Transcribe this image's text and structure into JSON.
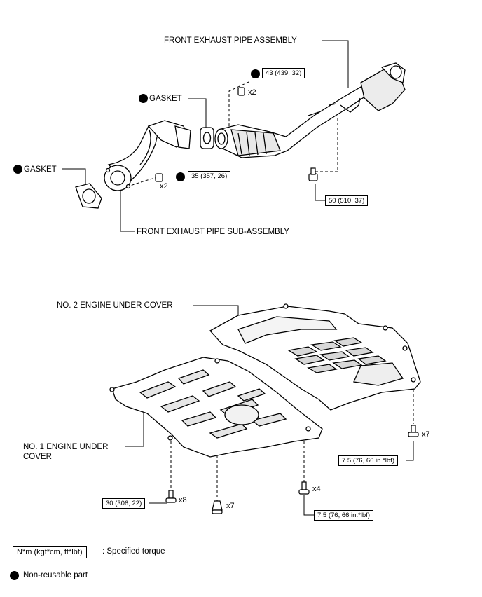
{
  "parts": {
    "front_exhaust_pipe_assembly": "FRONT EXHAUST PIPE ASSEMBLY",
    "gasket_upper": "GASKET",
    "gasket_lower": "GASKET",
    "front_exhaust_pipe_sub_assembly": "FRONT EXHAUST PIPE SUB-ASSEMBLY",
    "no2_engine_under_cover": "NO. 2 ENGINE UNDER COVER",
    "no1_engine_under_cover_line1": "NO. 1 ENGINE UNDER",
    "no1_engine_under_cover_line2": "COVER"
  },
  "torques": {
    "t_43": "43 (439, 32)",
    "t_35": "35 (357, 26)",
    "t_50": "50 (510, 37)",
    "t_7_5_right": "7.5 (76, 66 in.*lbf)",
    "t_7_5_mid": "7.5 (76, 66 in.*lbf)",
    "t_30": "30 (306, 22)"
  },
  "quantities": {
    "q_x2_top": "x2",
    "q_x2_mid": "x2",
    "q_x7_right": "x7",
    "q_x4": "x4",
    "q_x8": "x8",
    "q_x7_clip": "x7"
  },
  "legend": {
    "torque_unit": "N*m (kgf*cm, ft*lbf)",
    "torque_desc": ": Specified torque",
    "nonreusable_desc": "Non-reusable part"
  }
}
